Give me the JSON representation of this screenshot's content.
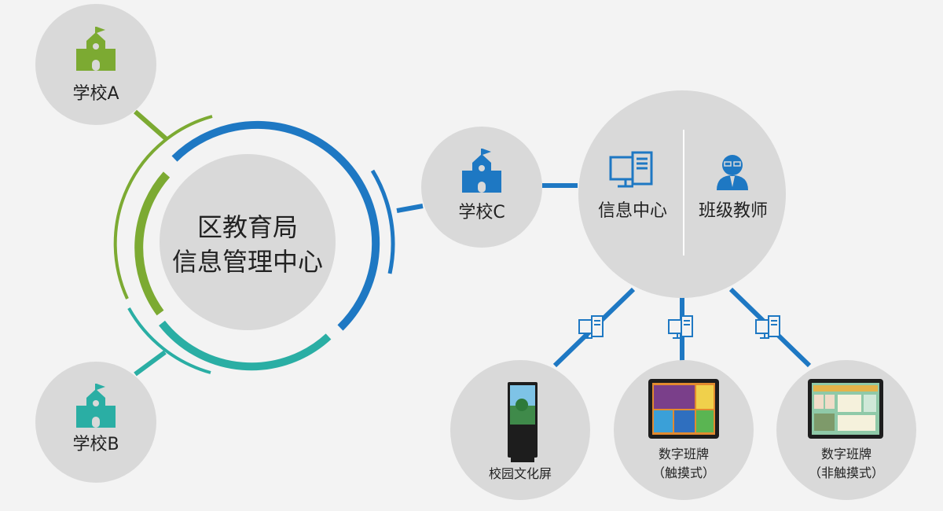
{
  "center": {
    "line1": "区教育局",
    "line2": "信息管理中心"
  },
  "schools": {
    "a": {
      "label": "学校A",
      "color": "#7caa32"
    },
    "b": {
      "label": "学校B",
      "color": "#2aaea4"
    },
    "c": {
      "label": "学校C",
      "color": "#1e78c3"
    }
  },
  "hub": {
    "left_label": "信息中心",
    "right_label": "班级教师"
  },
  "devices": [
    {
      "label": "校园文化屏"
    },
    {
      "label_line1": "数字班牌",
      "label_line2": "（触摸式）"
    },
    {
      "label_line1": "数字班牌",
      "label_line2": "（非触摸式）"
    }
  ],
  "colors": {
    "blue": "#1e78c3",
    "green": "#7caa32",
    "teal": "#2aaea4",
    "circle": "#d9d9d9"
  }
}
